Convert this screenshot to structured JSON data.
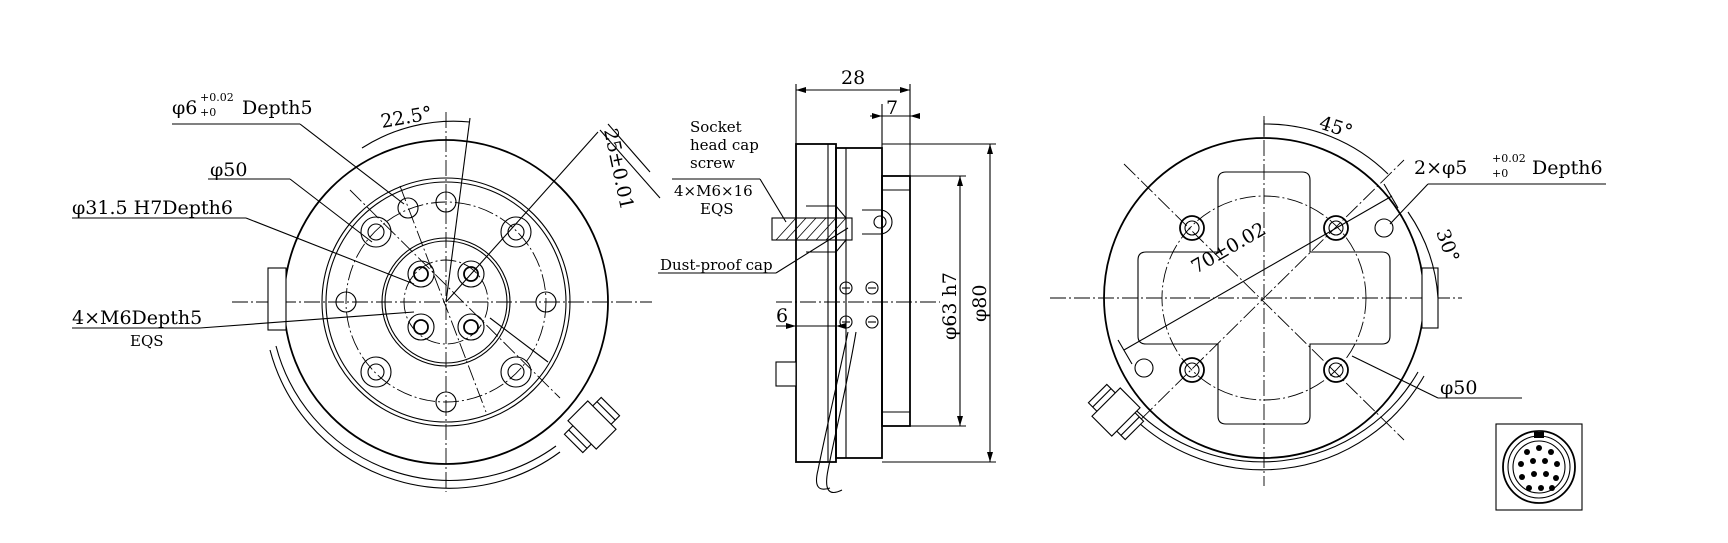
{
  "front_view": {
    "pin_hole": {
      "base": "φ6",
      "tol_upper": "+0.02",
      "tol_lower": "+0",
      "suffix": "Depth5"
    },
    "angle": "22.5°",
    "bolt_circle": "φ50",
    "bore": "φ31.5 H7Depth6",
    "tapped_holes": "4×M6Depth5",
    "tapped_holes_note": "EQS",
    "offset": "25±0.01"
  },
  "side_view": {
    "width": "28",
    "flange": "7",
    "depth": "6",
    "screw_label_1": "Socket",
    "screw_label_2": "head cap",
    "screw_label_3": "screw",
    "screw_spec": "4×M6×16",
    "screw_spec_note": "EQS",
    "cap_label": "Dust-proof cap",
    "pilot_dia": "φ63 h7",
    "outer_dia": "φ80"
  },
  "rear_view": {
    "angle_top": "45°",
    "angle_side": "30°",
    "pin_holes": {
      "base": "2×φ5",
      "tol_upper": "+0.02",
      "tol_lower": "+0",
      "suffix": "Depth6"
    },
    "distance": "70±0.02",
    "bolt_circle": "φ50"
  }
}
